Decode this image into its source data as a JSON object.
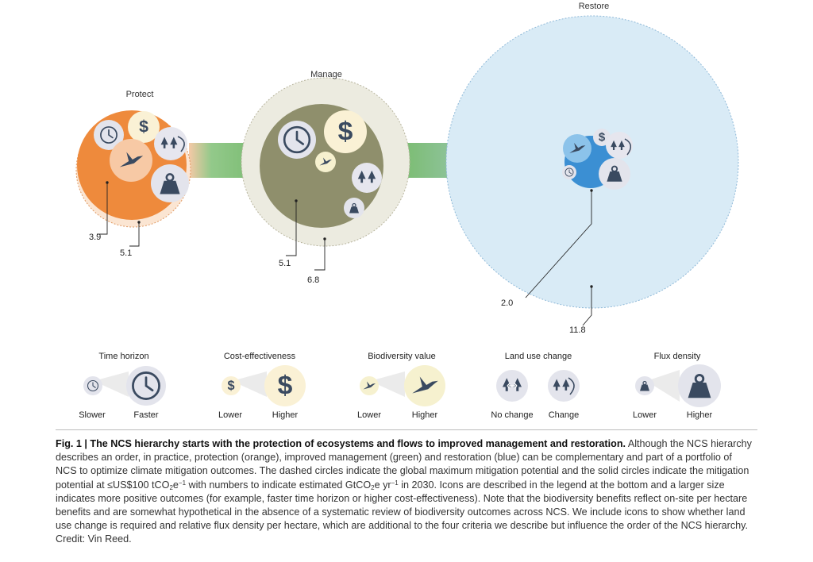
{
  "stages": [
    {
      "label": "Protect",
      "solid_value": "3.9",
      "dashed_value": "5.1"
    },
    {
      "label": "Manage",
      "solid_value": "5.1",
      "dashed_value": "6.8"
    },
    {
      "label": "Restore",
      "solid_value": "2.0",
      "dashed_value": "11.8"
    }
  ],
  "legend": [
    {
      "title": "Time horizon",
      "low": "Slower",
      "high": "Faster",
      "icon": "clock-icon"
    },
    {
      "title": "Cost-effectiveness",
      "low": "Lower",
      "high": "Higher",
      "icon": "dollar-icon"
    },
    {
      "title": "Biodiversity value",
      "low": "Lower",
      "high": "Higher",
      "icon": "bird-icon"
    },
    {
      "title": "Land use change",
      "low": "No change",
      "high": "Change",
      "icon": "trees-icon"
    },
    {
      "title": "Flux density",
      "low": "Lower",
      "high": "Higher",
      "icon": "weight-icon"
    }
  ],
  "colors": {
    "protect": "#ee8a3c",
    "protect_halo": "#fbe5d2",
    "manage": "#8f8f6c",
    "manage_halo": "#ecebe0",
    "restore": "#3b8fd3",
    "restore_halo": "#d9ebf6",
    "connector": "#7cbf77",
    "icon_dark": "#3a4a60",
    "icon_bg": "#e6e6ee"
  },
  "caption": {
    "fig_label": "Fig. 1 | The NCS hierarchy starts with the protection of ecosystems and flows to improved management and restoration.",
    "s1": " Although the NCS hierarchy describes an order, in practice, protection (orange), improved management (green) and restoration (blue) can be complementary and part of a portfolio of NCS to optimize climate mitigation outcomes. The dashed circles indicate the global maximum mitigation potential and the solid circles indicate the mitigation potential at ≤US$100 tCO",
    "sub_2a": "2",
    "s2": "e",
    "sup_a": "−1",
    "s3": " with numbers to indicate estimated GtCO",
    "sub_2b": "2",
    "s4": "e yr",
    "sup_b": "−1",
    "s5": " in 2030. Icons are described in the legend at the bottom and a larger size indicates more positive outcomes (for example, faster time horizon or higher cost-effectiveness). Note that the biodiversity benefits reflect on-site per hectare benefits and are somewhat hypothetical in the absence of a systematic review of biodiversity outcomes across NCS. We include icons to show whether land use change is required and relative flux density per hectare, which are additional to the four criteria we describe but influence the order of the NCS hierarchy. Credit: Vin Reed."
  }
}
